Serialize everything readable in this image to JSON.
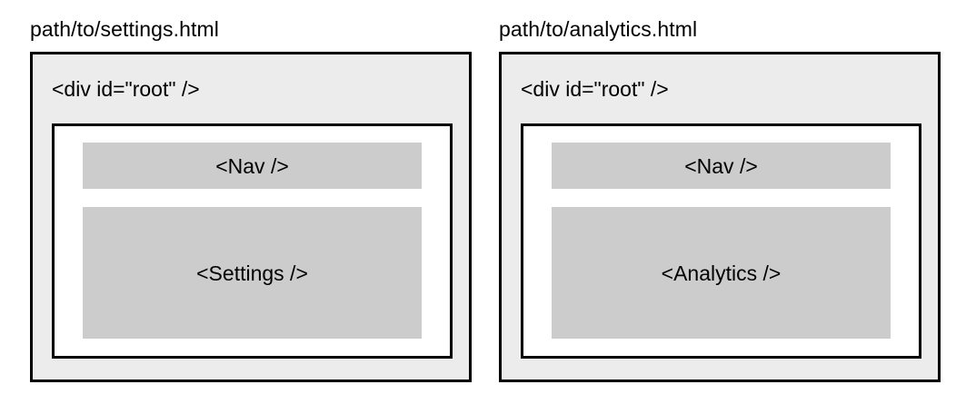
{
  "diagram": {
    "type": "component-tree",
    "colors": {
      "page_background": "#ffffff",
      "root_box_fill": "#ececec",
      "app_box_fill": "#ffffff",
      "component_block_fill": "#cccccc",
      "border": "#000000",
      "text": "#000000"
    },
    "panels": [
      {
        "file_label": "path/to/settings.html",
        "root_label": "<div id=\"root\" />",
        "components": [
          {
            "label": "<Nav />"
          },
          {
            "label": "<Settings />"
          }
        ]
      },
      {
        "file_label": "path/to/analytics.html",
        "root_label": "<div id=\"root\" />",
        "components": [
          {
            "label": "<Nav />"
          },
          {
            "label": "<Analytics />"
          }
        ]
      }
    ]
  }
}
